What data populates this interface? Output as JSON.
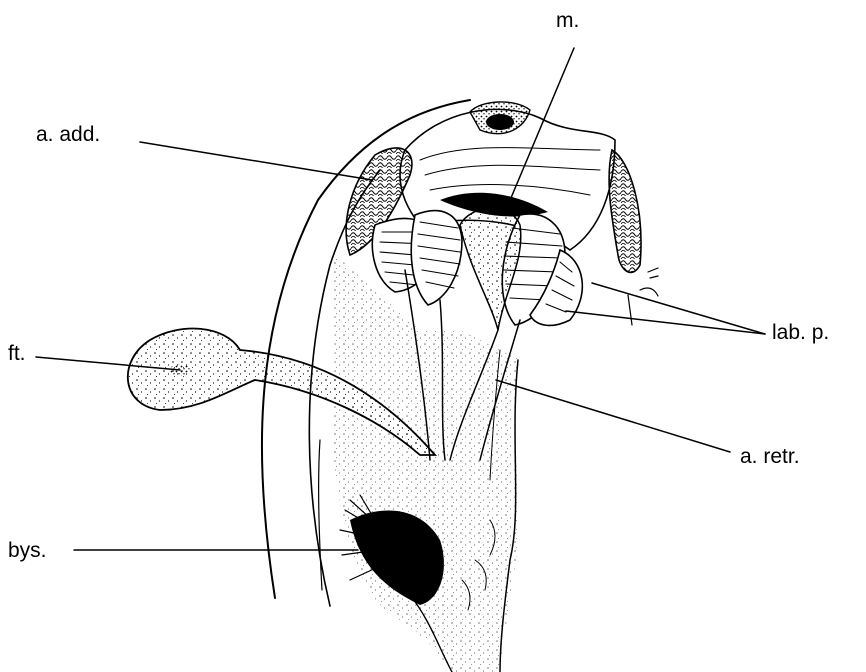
{
  "labels": {
    "m": "m.",
    "a_add": "a. add.",
    "ft": "ft.",
    "lab_p": "lab. p.",
    "a_retr": "a. retr.",
    "bys": "bys."
  },
  "colors": {
    "ink": "#000000",
    "paper": "#ffffff"
  }
}
